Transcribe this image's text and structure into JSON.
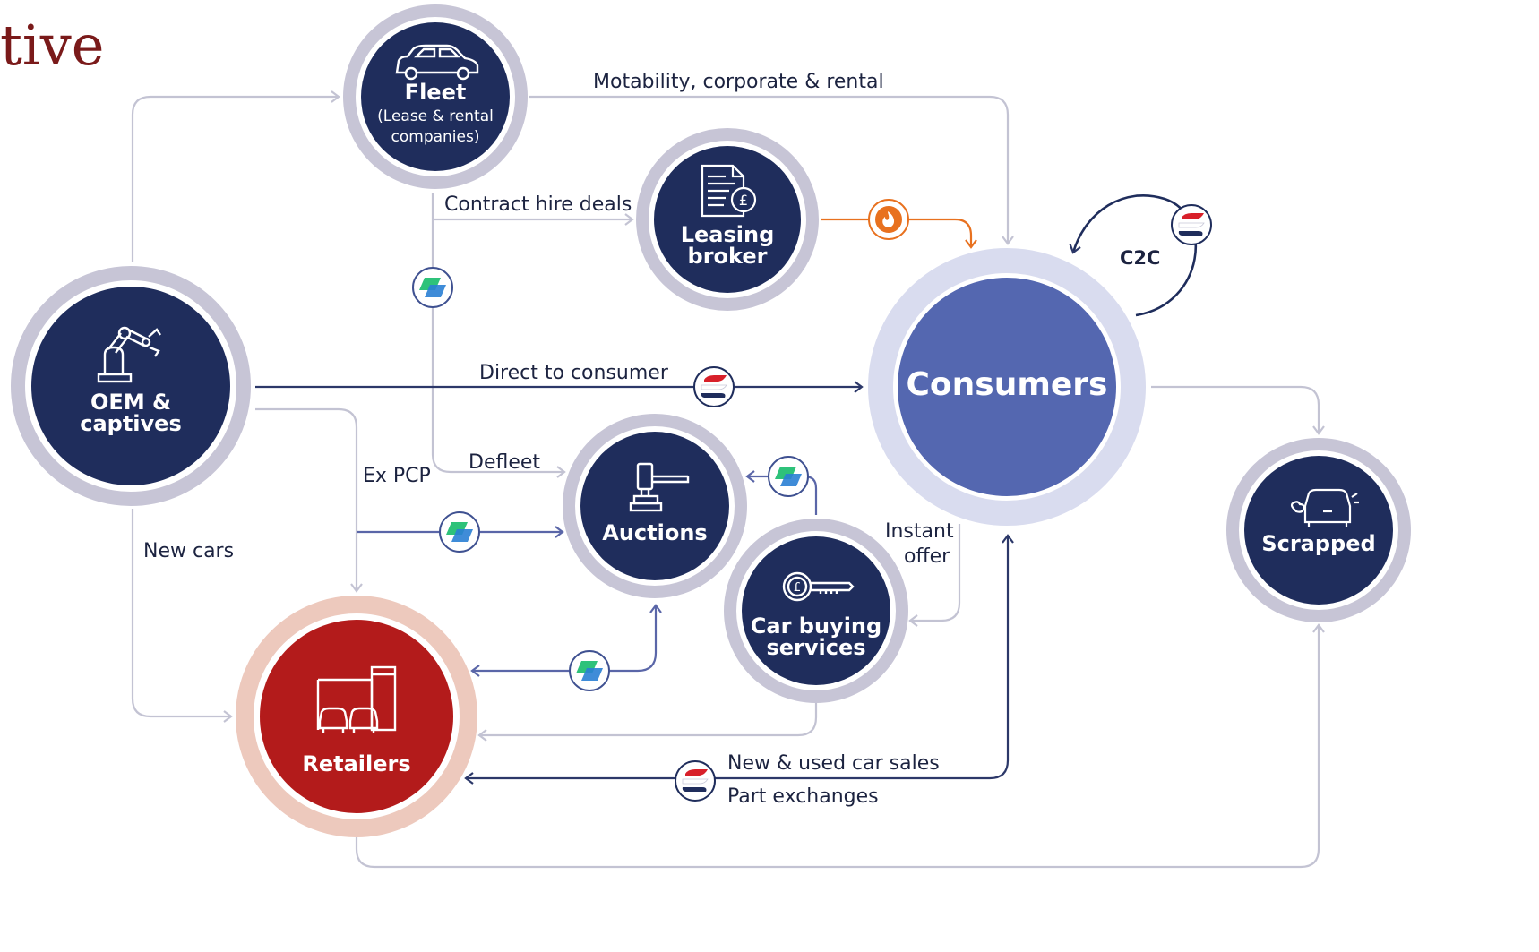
{
  "heading": "tive",
  "nodes": {
    "fleet": {
      "title": "Fleet",
      "sub1": "(Lease & rental",
      "sub2": "companies)"
    },
    "leasing": {
      "line1": "Leasing",
      "line2": "broker"
    },
    "oem": {
      "line1": "OEM &",
      "line2": "captives"
    },
    "consumers": {
      "title": "Consumers"
    },
    "auctions": {
      "title": "Auctions"
    },
    "carbuying": {
      "line1": "Car buying",
      "line2": "services"
    },
    "retailers": {
      "title": "Retailers"
    },
    "scrapped": {
      "title": "Scrapped"
    }
  },
  "labels": {
    "motability": "Motability, corporate & rental",
    "contract_hire": "Contract hire deals",
    "c2c": "C2C",
    "direct": "Direct to consumer",
    "defleet": "Defleet",
    "ex_pcp": "Ex PCP",
    "new_cars": "New cars",
    "instant1": "Instant",
    "instant2": "offer",
    "new_used": "New & used car sales",
    "part_ex": "Part exchanges"
  },
  "colors": {
    "navy": "#1f2d5c",
    "ring": "#c7c5d6",
    "consumers": "#5467b0",
    "consumers_ring": "#d9dcef",
    "retailers": "#b31b1b",
    "retailers_ring": "#edc9bd",
    "line_grey": "#c3c3d3",
    "line_navy": "#2c3869",
    "line_mid": "#5a66a8",
    "line_orange": "#e8711f"
  },
  "icons": [
    "car-icon",
    "document-pound-icon",
    "robot-arm-icon",
    "gavel-icon",
    "pound-key-icon",
    "car-showroom-icon",
    "scrapped-car-icon",
    "green-badge-icon",
    "flag-badge-icon",
    "orange-badge-icon"
  ]
}
